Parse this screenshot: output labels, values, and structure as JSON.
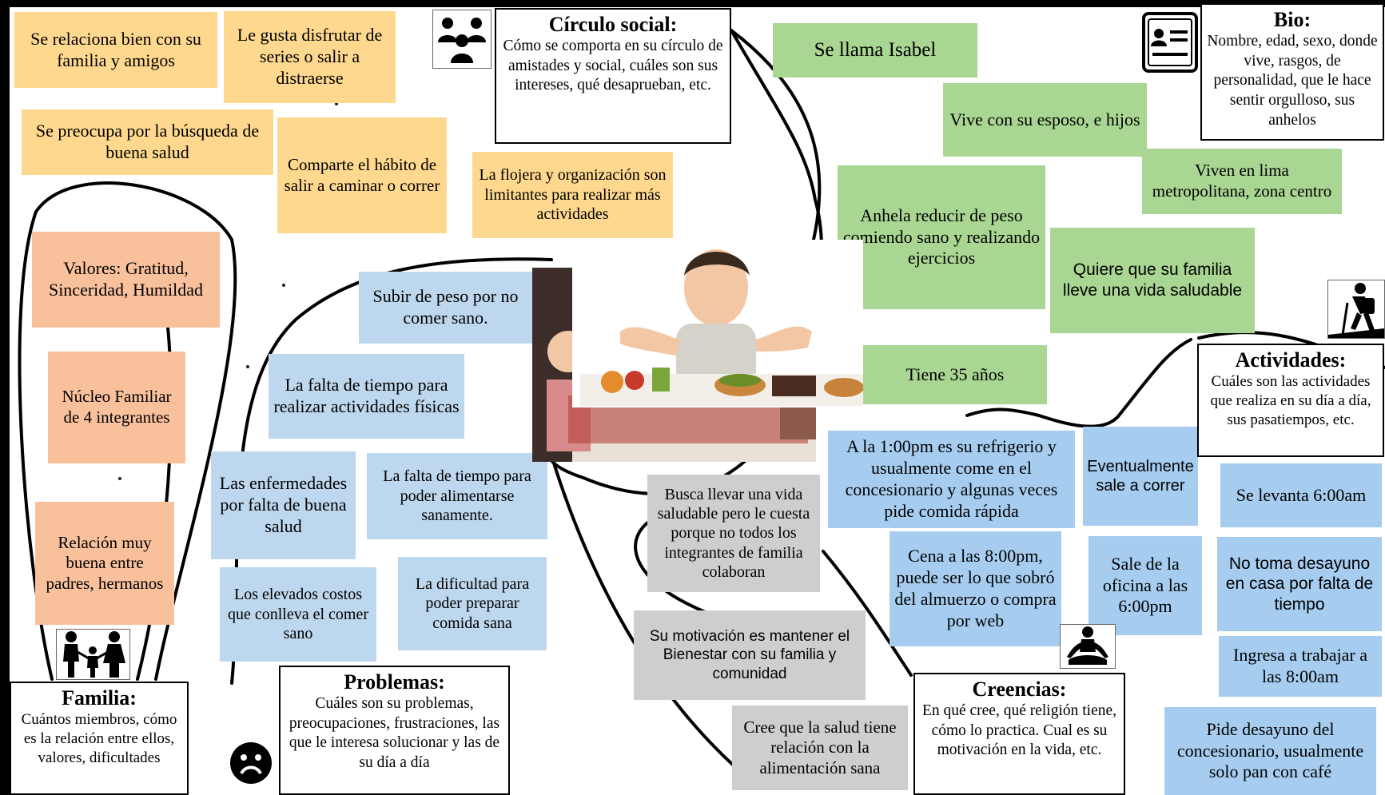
{
  "title": "",
  "headers": {
    "circulo": {
      "title": "Círculo social:",
      "text": "Cómo se comporta en su círculo de amistades y social, cuáles son sus intereses, qué desaprueban, etc."
    },
    "bio": {
      "title": "Bio:",
      "text": "Nombre, edad, sexo, donde vive, rasgos, de personalidad, que le hace sentir orgulloso, sus anhelos"
    },
    "actividades": {
      "title": "Actividades:",
      "text": "Cuáles son las actividades que realiza en su día a día, sus pasatiempos, etc."
    },
    "familia": {
      "title": "Familia:",
      "text": "Cuántos miembros, cómo es la relación entre ellos, valores, dificultades"
    },
    "problemas": {
      "title": "Problemas:",
      "text": "Cuáles son su problemas, preocupaciones, frustraciones, las que le interesa solucionar y las de su día a día"
    },
    "creencias": {
      "title": "Creencias:",
      "text": "En qué cree, qué religión tiene, cómo lo practica. Cual es su motivación en la vida, etc."
    }
  },
  "notes": {
    "social_1": "Se relaciona bien con su familia y amigos",
    "social_2": "Le gusta disfrutar de series o salir a distraerse",
    "social_3": "Se preocupa por la búsqueda de buena salud",
    "social_4": "Comparte el hábito de salir a caminar o correr",
    "social_5": "La flojera y organización son limitantes para realizar más actividades",
    "fam_1": "Valores: Gratitud, Sinceridad, Humildad",
    "fam_2": "Núcleo Familiar de 4 integrantes",
    "fam_3": "Relación muy buena entre padres, hermanos",
    "prob_1": "Subir de peso por no comer sano.",
    "prob_2": "La falta de tiempo para realizar actividades físicas",
    "prob_3": "Las enfermedades por falta de buena salud",
    "prob_4": "La falta de tiempo para poder alimentarse sanamente.",
    "prob_5": "Los elevados costos que conlleva el comer sano",
    "prob_6": "La dificultad para poder preparar comida sana",
    "bio_1": "Se llama  Isabel",
    "bio_2": "Vive con su esposo, e hijos",
    "bio_3": "Viven en lima metropolitana, zona centro",
    "bio_4": "Anhela reducir de peso comiendo sano y realizando ejercicios",
    "bio_5": "Quiere que su familia lleve una vida saludable",
    "bio_6": "Tiene 35 años",
    "cre_1": "Busca llevar una vida saludable pero le cuesta porque no todos los integrantes de familia colaboran",
    "cre_2": "Su motivación es mantener el Bienestar con su familia y comunidad",
    "cre_3": "Cree que la salud tiene relación con la alimentación sana",
    "act_1": "A la 1:00pm es su refrigerio y usualmente come en el concesionario y algunas veces pide comida rápida",
    "act_2": "Eventualmente sale a correr",
    "act_3": "Se levanta 6:00am",
    "act_4": "Cena a las 8:00pm, puede ser lo que sobró del almuerzo o compra por web",
    "act_5": "Sale de la oficina a las 6:00pm",
    "act_6": "No toma desayuno en casa por falta de tiempo",
    "act_7": "Ingresa a trabajar a las 8:00am",
    "act_8": "Pide desayuno del concesionario, usualmente solo pan con café"
  },
  "icons": [
    "social-group-icon",
    "id-card-icon",
    "hiker-icon",
    "meditation-icon",
    "sad-face-icon",
    "family-icon"
  ],
  "colors": {
    "yellow": "#fed88e",
    "orange": "#f9c09c",
    "green": "#a9d692",
    "blue": "#bdd7ee",
    "gray": "#cecece",
    "strong_blue": "#a6cdf0"
  }
}
